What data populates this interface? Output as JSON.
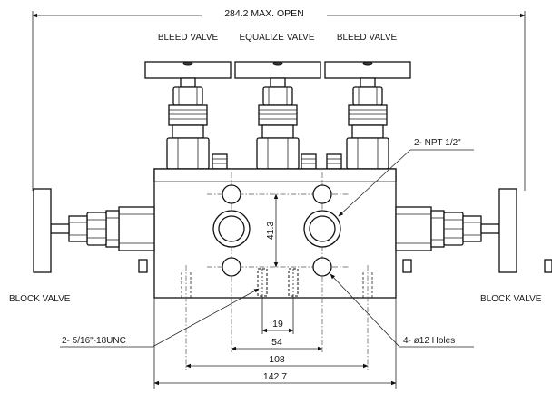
{
  "labels": {
    "overall_width": "284.2 MAX. OPEN",
    "bleed_left": "BLEED VALVE",
    "equalize": "EQUALIZE VALVE",
    "bleed_right": "BLEED VALVE",
    "npt": "2- NPT 1/2\"",
    "block_left": "BLOCK VALVE",
    "block_right": "BLOCK VALVE",
    "unc": "2- 5/16\"-18UNC",
    "holes": "4- ø12 Holes"
  },
  "dimensions": {
    "d41_3": "41.3",
    "d19": "19",
    "d54": "54",
    "d108": "108",
    "d142_7": "142.7"
  }
}
